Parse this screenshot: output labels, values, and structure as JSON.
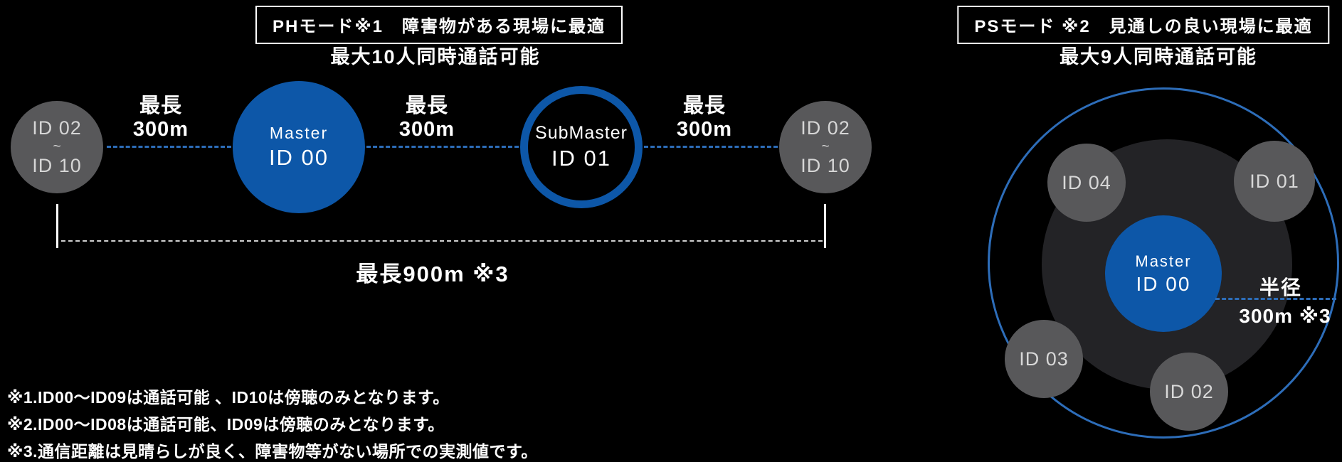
{
  "colors": {
    "bg": "#000000",
    "fg": "#ffffff",
    "blue": "#0d57a8",
    "blue-line": "#2d6db9",
    "gray": "#58585a",
    "dark": "#232326"
  },
  "ph": {
    "title": "PHモード※1　障害物がある現場に最適",
    "subtitle": "最大10人同時通話可能",
    "left_group": {
      "top": "ID 02",
      "mid": "~",
      "bottom": "ID 10"
    },
    "master": {
      "role": "Master",
      "id": "ID 00"
    },
    "submaster": {
      "role": "SubMaster",
      "id": "ID 01"
    },
    "right_group": {
      "top": "ID 02",
      "mid": "~",
      "bottom": "ID 10"
    },
    "links": [
      {
        "l1": "最長",
        "l2": "300m"
      },
      {
        "l1": "最長",
        "l2": "300m"
      },
      {
        "l1": "最長",
        "l2": "300m"
      }
    ],
    "total": "最長900m ※3"
  },
  "ps": {
    "title": "PSモード ※2　見通しの良い現場に最適",
    "subtitle": "最大9人同時通話可能",
    "master": {
      "role": "Master",
      "id": "ID 00"
    },
    "satellites": [
      "ID 04",
      "ID 01",
      "ID 03",
      "ID 02"
    ],
    "radius": {
      "l1": "半径",
      "l2": "300m ※3"
    }
  },
  "footnotes": [
    "※1.ID00〜ID09は通話可能 、ID10は傍聴のみとなります。",
    "※2.ID00〜ID08は通話可能、ID09は傍聴のみとなります。",
    "※3.通信距離は見晴らしが良く、障害物等がない場所での実測値です。"
  ]
}
